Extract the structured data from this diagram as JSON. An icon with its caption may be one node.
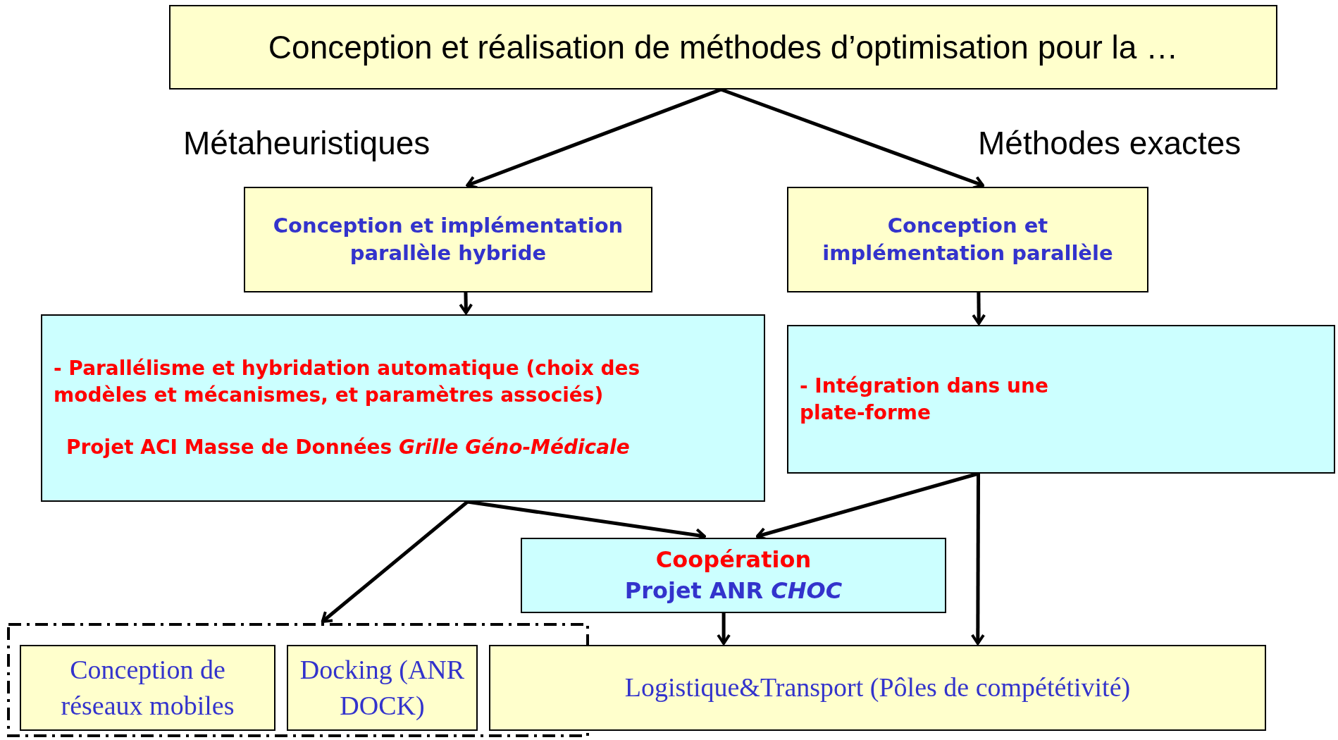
{
  "diagram": {
    "nodes": [
      {
        "text": [
          "Conception et réalisation de méthodes d’optimisation pour la …"
        ]
      },
      {
        "text": [
          "Conception et implémentation parallèle hybride"
        ]
      },
      {
        "text": [
          "Conception et implémentation parallèle"
        ]
      },
      {
        "text": [
          "- Parallélisme et hybridation automatique (choix des modèles et mécanismes, et paramètres associés)",
          "Projet ACI Masse de Données *Grille Géno-Médicale*"
        ]
      },
      {
        "text": [
          "- Intégration dans une plate-forme"
        ]
      },
      {
        "text": [
          "Coopération",
          "Projet ANR *CHOC*"
        ]
      },
      {
        "text": [],
        "shape": "box"
      },
      {
        "text": [
          "Conception de réseaux mobiles"
        ],
        "in": 6
      },
      {
        "text": [
          "Docking (ANR DOCK)"
        ],
        "in": 6
      },
      {
        "text": [
          "Logistique&Transport (Pôles de compététivité)"
        ]
      }
    ],
    "edges": [
      {
        "from": 0,
        "to": 1,
        "arrow": "to"
      },
      {
        "from": 0,
        "to": 2,
        "arrow": "to"
      },
      {
        "from": 1,
        "to": 3,
        "arrow": "to"
      },
      {
        "from": 2,
        "to": 4,
        "arrow": "to"
      },
      {
        "from": 3,
        "to": 5,
        "arrow": "to"
      },
      {
        "from": 3,
        "to": 6,
        "arrow": "to"
      },
      {
        "from": 4,
        "to": 5,
        "arrow": "to"
      },
      {
        "from": 4,
        "to": 9,
        "arrow": "to"
      },
      {
        "from": 5,
        "to": 9,
        "arrow": "to"
      }
    ],
    "labels": [
      "Métaheuristiques",
      "Méthodes exactes"
    ]
  }
}
